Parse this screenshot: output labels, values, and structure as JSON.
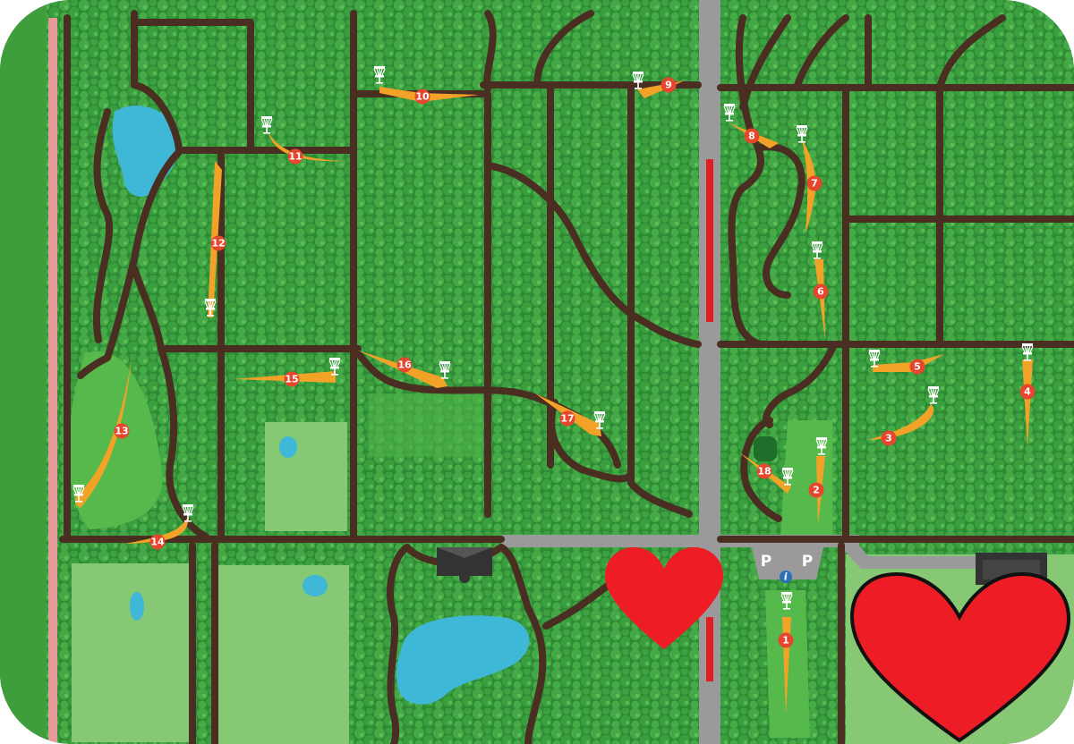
{
  "map": {
    "colors": {
      "grass": "#3f9e3c",
      "forest": "#2e8a34",
      "tree": "#3aa13f",
      "tree_dark": "#1f6f2a",
      "trail": "#4a2e22",
      "road": "#9a9a9a",
      "fairway": "#f2a227",
      "hole_marker": "#e5462d",
      "water": "#3fb7d6",
      "field": "#86c873",
      "heart": "#ee1c25",
      "bike_path": "#e79a9a",
      "building": "#333333"
    },
    "holes": [
      {
        "number": "1"
      },
      {
        "number": "2"
      },
      {
        "number": "3"
      },
      {
        "number": "4"
      },
      {
        "number": "5"
      },
      {
        "number": "6"
      },
      {
        "number": "7"
      },
      {
        "number": "8"
      },
      {
        "number": "9"
      },
      {
        "number": "10"
      },
      {
        "number": "11"
      },
      {
        "number": "12"
      },
      {
        "number": "13"
      },
      {
        "number": "14"
      },
      {
        "number": "15"
      },
      {
        "number": "16"
      },
      {
        "number": "17"
      },
      {
        "number": "18"
      }
    ],
    "parking": {
      "left_label": "P",
      "right_label": "P"
    },
    "info": {
      "label": "i"
    },
    "icons": {
      "basket": "disc-golf-basket-icon",
      "heart": "heart-icon",
      "info": "info-icon"
    }
  }
}
